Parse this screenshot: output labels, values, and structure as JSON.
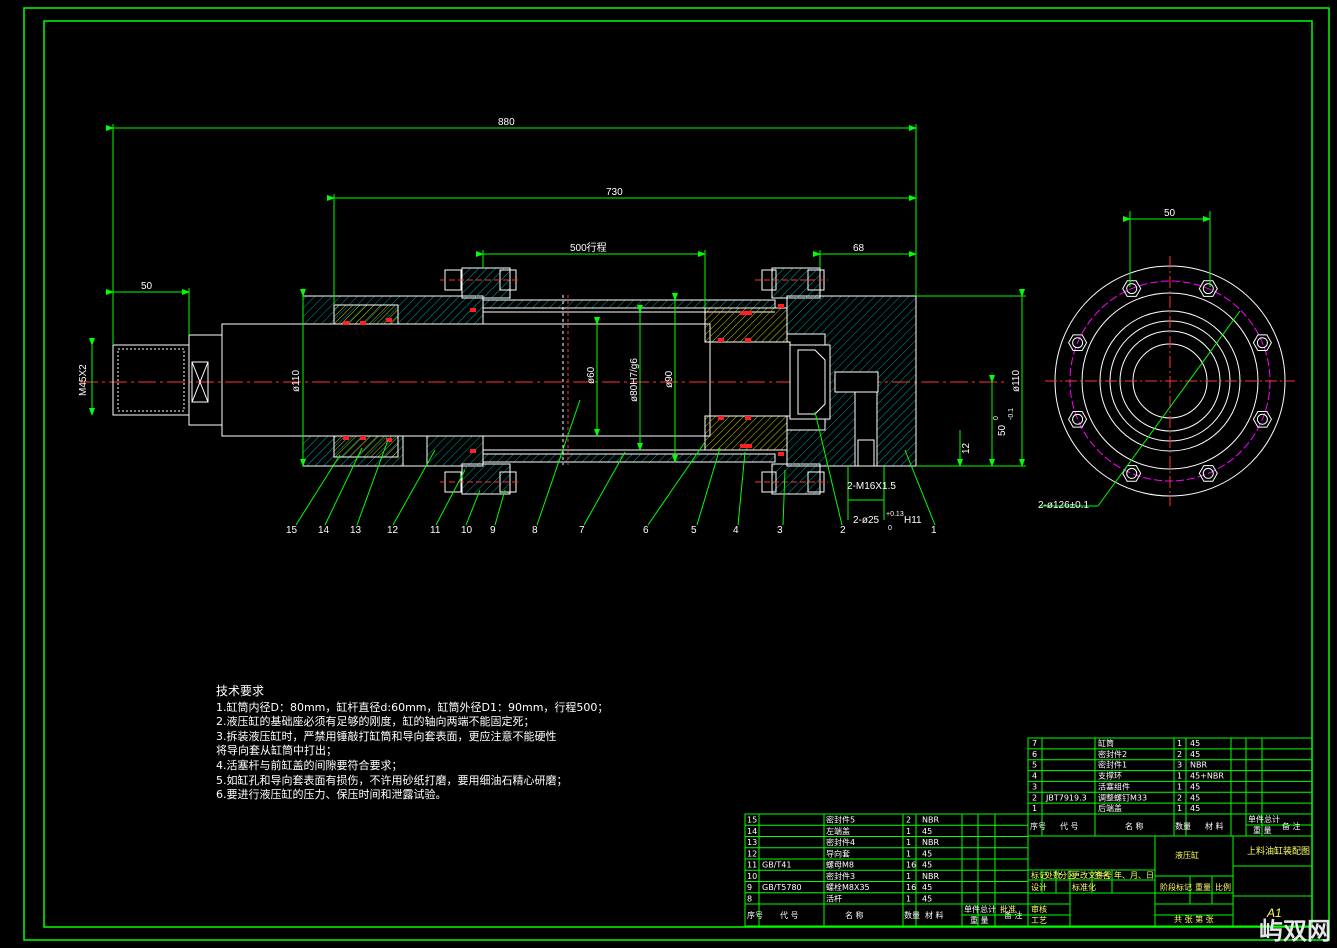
{
  "dimensions": {
    "overall_length": "880",
    "barrel_length": "730",
    "stroke": "500行程",
    "cap_length": "68",
    "thread_length": "50",
    "thread": "M45X2",
    "rod_flange_dia": "ø110",
    "rod_dia": "ø60",
    "bore_fit": "ø80H7/g6",
    "barrel_od": "ø90",
    "cap_dia": "ø110",
    "mount_height": "50",
    "mount_tol_upper": "0",
    "mount_tol_lower": "-0.1",
    "port_offset": "12",
    "port_thread": "2-M16X1.5",
    "pin_hole": "2-ø25",
    "pin_hole_tol_upper": "+0.13",
    "pin_hole_tol_lower": "0",
    "pin_hole_fit": "H11",
    "end_view_width": "50",
    "bolt_circle": "2-ø126±0.1"
  },
  "balloons": [
    "15",
    "14",
    "13",
    "12",
    "11",
    "10",
    "9",
    "8",
    "7",
    "6",
    "5",
    "4",
    "3",
    "2",
    "1"
  ],
  "notes": {
    "title": "技术要求",
    "lines": [
      "1.缸筒内径D：80mm，缸杆直径d:60mm，缸筒外径D1：90mm，行程500；",
      "2.液压缸的基础座必须有足够的刚度，缸的轴向两端不能固定死；",
      "3.拆装液压缸时，严禁用锤敲打缸筒和导向套表面，更应注意不能硬性",
      "将导向套从缸筒中打出；",
      "4.活塞杆与前缸盖的间隙要符合要求；",
      "5.如缸孔和导向套表面有损伤，不许用砂纸打磨，要用细油石精心研磨；",
      "6.要进行液压缸的压力、保压时间和泄露试验。"
    ]
  },
  "bom_right": [
    {
      "no": "7",
      "code": "",
      "name": "缸筒",
      "qty": "1",
      "material": "45"
    },
    {
      "no": "6",
      "code": "",
      "name": "密封件2",
      "qty": "2",
      "material": "45"
    },
    {
      "no": "5",
      "code": "",
      "name": "密封件1",
      "qty": "3",
      "material": "NBR"
    },
    {
      "no": "4",
      "code": "",
      "name": "支撑环",
      "qty": "1",
      "material": "45+NBR"
    },
    {
      "no": "3",
      "code": "",
      "name": "活塞组件",
      "qty": "1",
      "material": "45"
    },
    {
      "no": "2",
      "code": "JBT7919.3",
      "name": "调整螺钉M33",
      "qty": "2",
      "material": "45"
    },
    {
      "no": "1",
      "code": "",
      "name": "后端盖",
      "qty": "1",
      "material": "45"
    }
  ],
  "bom_left": [
    {
      "no": "15",
      "code": "",
      "name": "密封件5",
      "qty": "2",
      "material": "NBR"
    },
    {
      "no": "14",
      "code": "",
      "name": "左端盖",
      "qty": "1",
      "material": "45"
    },
    {
      "no": "13",
      "code": "",
      "name": "密封件4",
      "qty": "1",
      "material": "NBR"
    },
    {
      "no": "12",
      "code": "",
      "name": "导向套",
      "qty": "1",
      "material": "45"
    },
    {
      "no": "11",
      "code": "GB/T41",
      "name": "螺母M8",
      "qty": "16",
      "material": "45"
    },
    {
      "no": "10",
      "code": "",
      "name": "密封件3",
      "qty": "1",
      "material": "NBR"
    },
    {
      "no": "9",
      "code": "GB/T5780",
      "name": "螺栓M8X35",
      "qty": "16",
      "material": "45"
    },
    {
      "no": "8",
      "code": "",
      "name": "活杆",
      "qty": "1",
      "material": "45"
    }
  ],
  "bom_header": {
    "no": "序号",
    "code": "代 号",
    "name": "名 称",
    "qty": "数量",
    "material": "材 料",
    "unit_weight": "单件",
    "total_weight": "总计",
    "weight": "重 量",
    "remark": "备 注"
  },
  "title_block": {
    "drawing_title": "上料油缸装配图",
    "unit": "液压缸",
    "sheet_size": "A1",
    "sheet_count": "共 张 第 张",
    "row_mark": "标记",
    "row_count": "处数",
    "row_zone": "分区",
    "row_doc": "更改文件号",
    "row_sign": "签名",
    "row_date": "年、月、日",
    "designer": "设计",
    "standardize": "标准化",
    "stage_mark": "阶段标记",
    "weight_col": "重量",
    "scale": "比例",
    "review": "审核",
    "process": "工艺",
    "approve": "批准"
  },
  "watermark": "屿双网",
  "colors": {
    "frame": "#00ff00",
    "outline": "#ffffff",
    "hatch": "#00a0a0",
    "center": "#ff3333",
    "seal": "#ff2020",
    "bolt": "#ff00ff",
    "dim_text": "#ffffff"
  }
}
